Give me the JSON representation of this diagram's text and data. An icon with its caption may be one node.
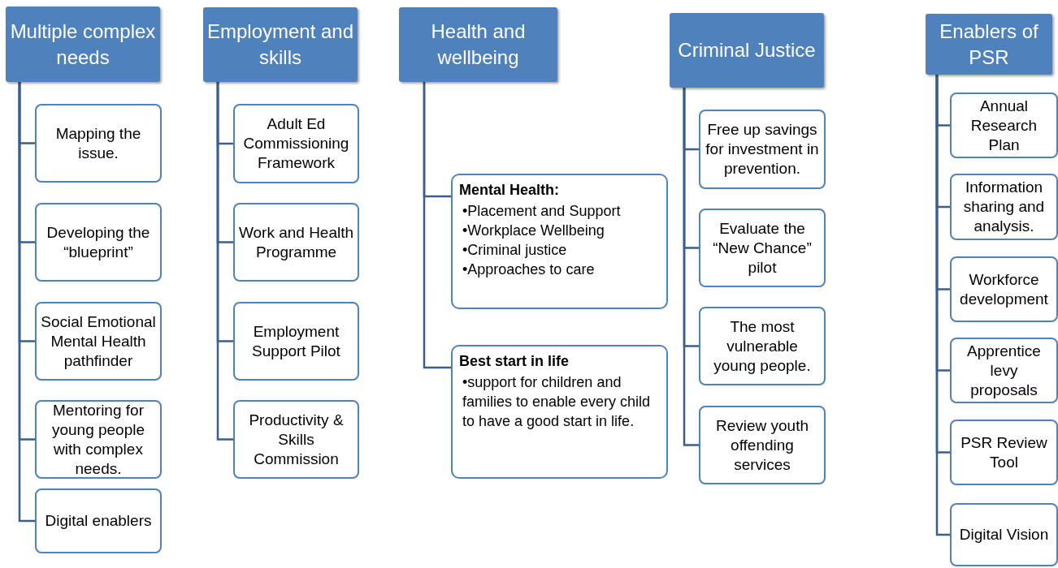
{
  "diagram": {
    "nodes": [
      {
        "text": [
          "Multiple complex needs"
        ]
      },
      {
        "text": [
          "Mapping the issue."
        ]
      },
      {
        "text": [
          "Developing the “blueprint”"
        ]
      },
      {
        "text": [
          "Social Emotional Mental Health pathfinder"
        ]
      },
      {
        "text": [
          "Mentoring for young people with complex needs."
        ]
      },
      {
        "text": [
          "Digital enablers"
        ]
      },
      {
        "text": [
          "Employment and skills"
        ]
      },
      {
        "text": [
          "Adult Ed Commissioning Framework"
        ]
      },
      {
        "text": [
          "Work and Health Programme"
        ]
      },
      {
        "text": [
          "Employment Support Pilot"
        ]
      },
      {
        "text": [
          "Productivity & Skills Commission"
        ]
      },
      {
        "text": [
          "Health and wellbeing"
        ]
      },
      {
        "text": [
          "Mental Health:",
          "•Placement and Support",
          "•Workplace Wellbeing",
          "•Criminal justice",
          "•Approaches to care"
        ]
      },
      {
        "text": [
          "Best start in life",
          "•support for children and families to enable every child to have a good start in life."
        ]
      },
      {
        "text": [
          "Criminal Justice"
        ]
      },
      {
        "text": [
          "Free up savings for investment in prevention."
        ]
      },
      {
        "text": [
          "Evaluate the “New Chance” pilot"
        ]
      },
      {
        "text": [
          "The most vulnerable young people."
        ]
      },
      {
        "text": [
          "Review youth offending services"
        ]
      },
      {
        "text": [
          "Enablers of PSR"
        ]
      },
      {
        "text": [
          "Annual Research Plan"
        ]
      },
      {
        "text": [
          "Information sharing and analysis."
        ]
      },
      {
        "text": [
          "Workforce development"
        ]
      },
      {
        "text": [
          "Apprentice levy proposals"
        ]
      },
      {
        "text": [
          "PSR Review Tool"
        ]
      },
      {
        "text": [
          "Digital Vision"
        ]
      }
    ],
    "edges": [
      {
        "from": 0,
        "to": 1,
        "arrow": "none"
      },
      {
        "from": 0,
        "to": 2,
        "arrow": "none"
      },
      {
        "from": 0,
        "to": 3,
        "arrow": "none"
      },
      {
        "from": 0,
        "to": 4,
        "arrow": "none"
      },
      {
        "from": 0,
        "to": 5,
        "arrow": "none"
      },
      {
        "from": 6,
        "to": 7,
        "arrow": "none"
      },
      {
        "from": 6,
        "to": 8,
        "arrow": "none"
      },
      {
        "from": 6,
        "to": 9,
        "arrow": "none"
      },
      {
        "from": 6,
        "to": 10,
        "arrow": "none"
      },
      {
        "from": 11,
        "to": 12,
        "arrow": "none"
      },
      {
        "from": 11,
        "to": 13,
        "arrow": "none"
      },
      {
        "from": 14,
        "to": 15,
        "arrow": "none"
      },
      {
        "from": 14,
        "to": 16,
        "arrow": "none"
      },
      {
        "from": 14,
        "to": 17,
        "arrow": "none"
      },
      {
        "from": 14,
        "to": 18,
        "arrow": "none"
      },
      {
        "from": 19,
        "to": 20,
        "arrow": "none"
      },
      {
        "from": 19,
        "to": 21,
        "arrow": "none"
      },
      {
        "from": 19,
        "to": 22,
        "arrow": "none"
      },
      {
        "from": 19,
        "to": 23,
        "arrow": "none"
      },
      {
        "from": 19,
        "to": 24,
        "arrow": "none"
      },
      {
        "from": 19,
        "to": 25,
        "arrow": "none"
      }
    ]
  }
}
